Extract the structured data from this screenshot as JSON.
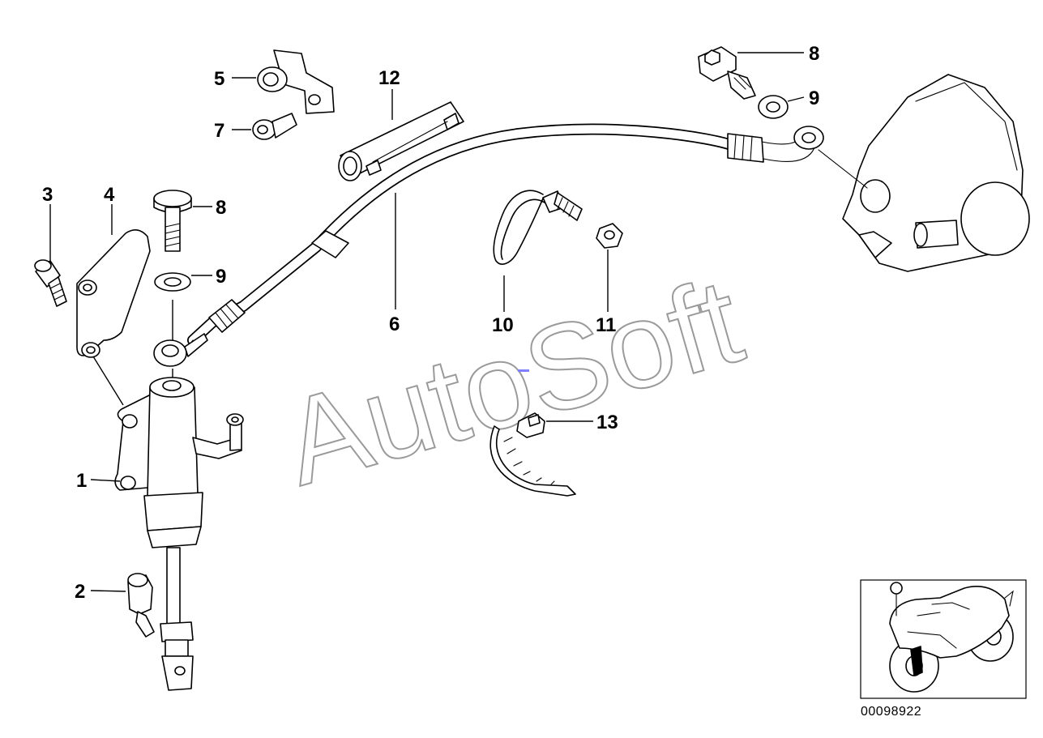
{
  "callouts": {
    "c1": "1",
    "c2": "2",
    "c3": "3",
    "c4": "4",
    "c5": "5",
    "c6": "6",
    "c7": "7",
    "c8a": "8",
    "c8b": "8",
    "c9a": "9",
    "c9b": "9",
    "c10": "10",
    "c11": "11",
    "c12": "12",
    "c13": "13"
  },
  "watermark": "AutoSoft",
  "document_number": "00098922",
  "colors": {
    "line": "#000000",
    "watermark": "#9a9a9a",
    "background": "#ffffff",
    "mark": "#7f7fff"
  }
}
